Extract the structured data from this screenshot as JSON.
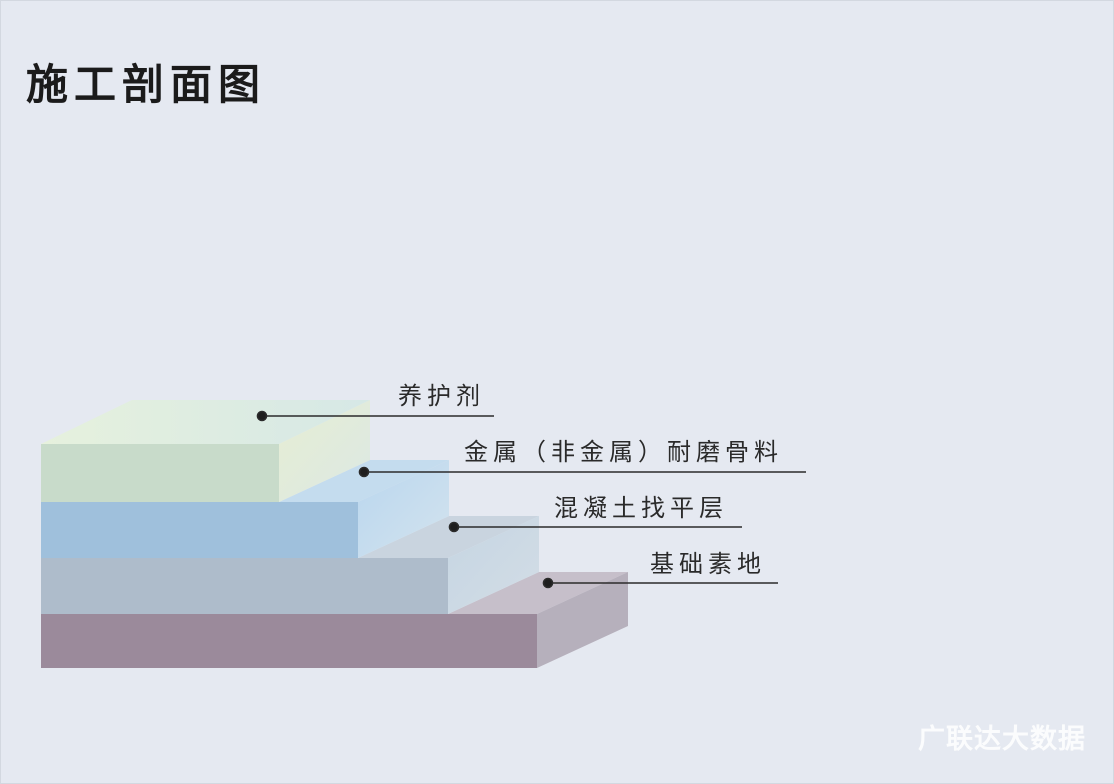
{
  "title": "施工剖面图",
  "layers": [
    {
      "label": "养护剂",
      "color_front": "#c9dccb",
      "color_top": "#dcead8",
      "color_side": "#e2edd2"
    },
    {
      "label": "金属（非金属）耐磨骨料",
      "color_front": "#9fc1dc",
      "color_top": "#c2dcee",
      "color_side": "#c4dcec"
    },
    {
      "label": "混凝土找平层",
      "color_front": "#aebdcb",
      "color_top": "#c6d2de",
      "color_side": "#c9d6e2"
    },
    {
      "label": "基础素地",
      "color_front": "#9c8a9c",
      "color_top": "#c5bfcb",
      "color_side": "#b8b2bf"
    }
  ],
  "watermark": "广联达大数据"
}
